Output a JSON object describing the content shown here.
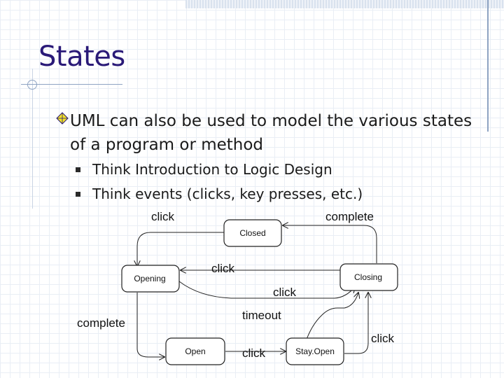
{
  "slide": {
    "title": "States",
    "bullet": "UML can also be used to model the various states of a program or method",
    "subbullets": [
      "Think Introduction to Logic Design",
      "Think events (clicks, key presses, etc.)"
    ]
  },
  "diagram": {
    "states": {
      "closed": "Closed",
      "opening": "Opening",
      "closing": "Closing",
      "open": "Open",
      "stay_open": "Stay.Open"
    },
    "transitions": {
      "click_top": "click",
      "complete_top": "complete",
      "click_mid": "click",
      "click_center": "click",
      "timeout": "timeout",
      "complete_left": "complete",
      "click_bottom": "click",
      "click_right": "click"
    }
  },
  "colors": {
    "title": "#2a1a78",
    "diamond_fill": "#f3e22a",
    "diamond_stroke": "#2a1a78",
    "grid": "#e9eef5"
  }
}
